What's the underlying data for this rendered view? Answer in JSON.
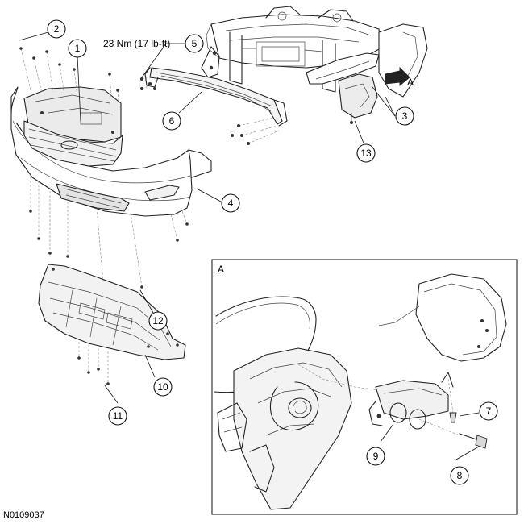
{
  "torque_spec": "23 Nm (17 lb-ft)",
  "view_letter": "A",
  "detail_view_letter": "A",
  "figure_id": "N0109037",
  "callouts": [
    "1",
    "2",
    "3",
    "4",
    "5",
    "6",
    "7",
    "8",
    "9",
    "10",
    "11",
    "12",
    "13"
  ],
  "colors": {
    "line": "#222222",
    "background": "#ffffff",
    "arrow": "#111111"
  }
}
